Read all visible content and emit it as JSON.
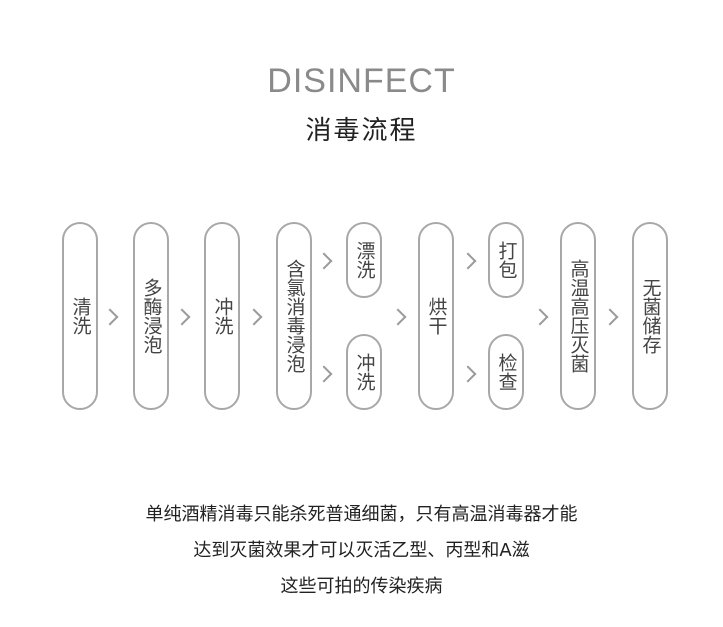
{
  "header": {
    "title_en": "DISINFECT",
    "title_cn": "消毒流程"
  },
  "steps": {
    "s1": "清洗",
    "s2": "多酶浸泡",
    "s3": "冲洗",
    "s4": "含氯消毒浸泡",
    "s5a": "漂洗",
    "s5b": "冲洗",
    "s6": "烘干",
    "s7a": "打包",
    "s7b": "检查",
    "s8": "高温高压灭菌",
    "s9": "无菌储存"
  },
  "description": {
    "line1": "单纯酒精消毒只能杀死普通细菌，只有高温消毒器才能",
    "line2": "达到灭菌效果才可以灭活乙型、丙型和A滋",
    "line3": "这些可拍的传染疾病"
  }
}
